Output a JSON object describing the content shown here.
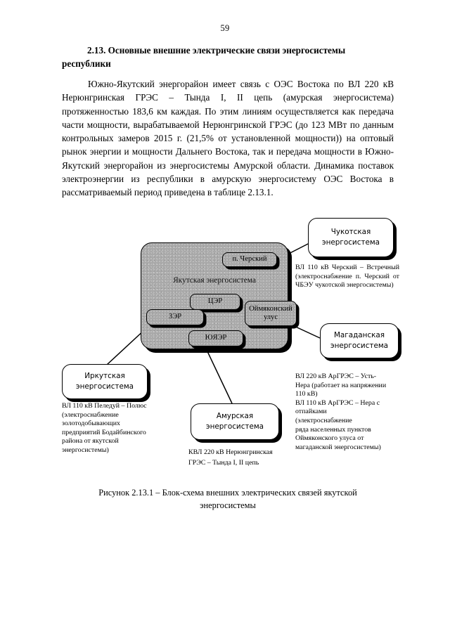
{
  "page": {
    "number": "59"
  },
  "heading": {
    "line1": "2.13. Основные внешние электрические связи энергосистемы",
    "line2": "республики"
  },
  "paragraph": {
    "text": "Южно-Якутский энергорайон имеет связь с ОЭС Востока по ВЛ 220 кВ Нерюнгринская ГРЭС – Тында I, II цепь (амурская энергосистема) протяженностью 183,6 км каждая. По этим линиям осуществляется как передача части мощности, вырабатываемой Нерюнгринской ГРЭС (до 123 МВт по данным контрольных замеров 2015 г. (21,5% от установленной мощности)) на оптовый рынок энергии и мощности Дальнего Востока, так и передача мощности в Южно-Якутский энергорайон из энергосистемы Амурской области. Динамика поставок электроэнергии из республики в амурскую энергосистему ОЭС Востока в рассматриваемый период приведена в таблице 2.13.1."
  },
  "diagram": {
    "grey_container": {
      "title": "Якутская энергосистема"
    },
    "sub_blocks": [
      {
        "id": "chersky",
        "label": "п. Черский"
      },
      {
        "id": "cer",
        "label": "ЦЭР"
      },
      {
        "id": "zer",
        "label": "ЗЭР"
      },
      {
        "id": "yuyaer",
        "label": "ЮЯЭР"
      },
      {
        "id": "oymyakon",
        "label": "Оймяконский улус"
      }
    ],
    "callouts": [
      {
        "id": "chukotka",
        "line1": "Чукотская",
        "line2": "энергосистема"
      },
      {
        "id": "magadan",
        "line1": "Магаданская",
        "line2": "энергосистема"
      },
      {
        "id": "irkutsk",
        "line1": "Иркутская",
        "line2": "энергосистема"
      },
      {
        "id": "amur",
        "line1": "Амурская",
        "line2": "энергосистема"
      }
    ],
    "annotations": {
      "chukotka_note": "ВЛ 110 кВ Черский – Встречный (электроснабжение п. Черский от ЧБЭУ чукотской энергосистемы)",
      "magadan_note": "ВЛ 220 кВ АрГРЭС – Усть-Нера (работает на напряжении 110 кВ)\nВЛ 110 кВ АрГРЭС – Нера с отпайками (электроснабжение\nряда населенных пунктов Оймяконского улуса от магаданской энергосистемы)",
      "magadan_note_l1": "ВЛ 220 кВ АрГРЭС – Усть-",
      "magadan_note_l2": "Нера (работает на напряжении",
      "magadan_note_l3": "110 кВ)",
      "magadan_note_l4": "ВЛ 110 кВ АрГРЭС – Нера с",
      "magadan_note_l5": "отпайками",
      "magadan_note_l6": "(электроснабжение",
      "magadan_note_l7": "ряда населенных пунктов",
      "magadan_note_l8": "Оймяконского улуса от",
      "magadan_note_l9": "магаданской энергосистемы)",
      "irkutsk_note": "ВЛ 110 кВ Пеледуй – Полюс (электроснабжение золотодобывающих предприятий Бодайбинского района от якутской энергосистемы)",
      "amur_note": "КВЛ 220 кВ Нерюнгринская ГРЭС – Тында I, II цепь"
    }
  },
  "figure_caption": {
    "line1": "Рисунок 2.13.1 – Блок-схема внешних электрических связей якутской",
    "line2": "энергосистемы"
  }
}
